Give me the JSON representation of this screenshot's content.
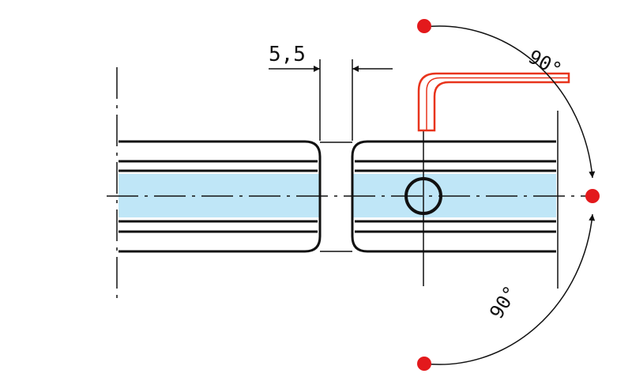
{
  "dimension": {
    "label": "5,5"
  },
  "angles": {
    "upper": {
      "label": "90°"
    },
    "lower": {
      "label": "90°"
    }
  },
  "colors": {
    "line": "#111111",
    "fill": "#bfe6f7",
    "wrench": "#e8341c",
    "marker": "#e3191c"
  },
  "icons": {
    "wrench": "hex-key-icon",
    "marker": "position-dot"
  }
}
